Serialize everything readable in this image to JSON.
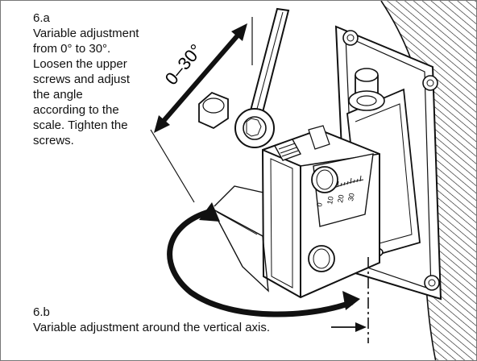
{
  "step_a": {
    "number": "6.a",
    "text": "Variable adjustment\nfrom 0° to 30°.\nLoosen the upper\nscrews and adjust\nthe angle\naccording to the\nscale. Tighten the\nscrews."
  },
  "step_b": {
    "number": "6.b",
    "text": "Variable adjustment around the vertical axis."
  },
  "illustration": {
    "angle_label": "0–30°",
    "scale_ticks": [
      "0",
      "10",
      "20",
      "30"
    ]
  }
}
